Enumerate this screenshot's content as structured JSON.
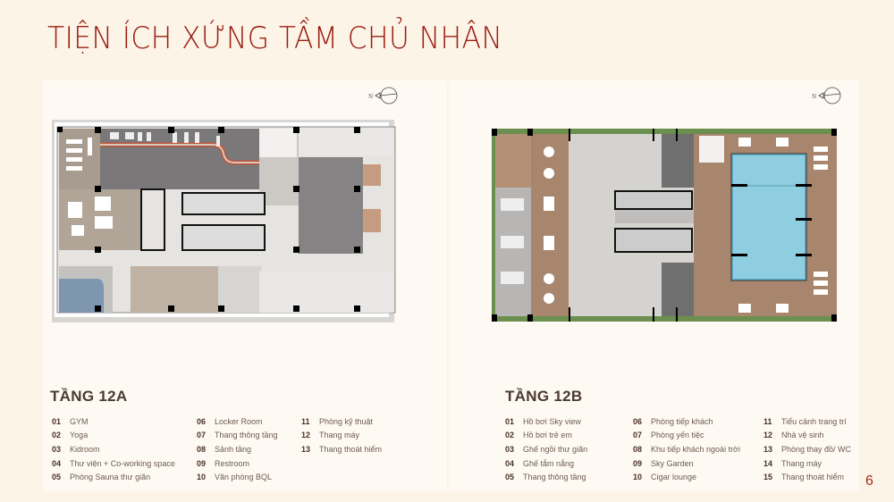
{
  "page": {
    "title": "TIỆN ÍCH XỨNG TẦM CHỦ NHÂN",
    "page_number": "6",
    "colors": {
      "background": "#fdf4e8",
      "panel": "#fefaf3",
      "title": "#9b1c10",
      "pool": "#8fcde0",
      "wood": "#a8856d",
      "running_track": "#c0543a"
    }
  },
  "floor_12a": {
    "title": "TẦNG 12A",
    "compass_label": "N",
    "legend": [
      [
        {
          "num": "01",
          "label": "GYM"
        },
        {
          "num": "02",
          "label": "Yoga"
        },
        {
          "num": "03",
          "label": "Kidroom"
        },
        {
          "num": "04",
          "label": "Thư viện + Co-working space"
        },
        {
          "num": "05",
          "label": "Phòng Sauna thư giãn"
        }
      ],
      [
        {
          "num": "06",
          "label": "Locker Room"
        },
        {
          "num": "07",
          "label": "Thang thông tầng"
        },
        {
          "num": "08",
          "label": "Sảnh tầng"
        },
        {
          "num": "09",
          "label": "Restroom"
        },
        {
          "num": "10",
          "label": "Văn phòng BQL"
        }
      ],
      [
        {
          "num": "11",
          "label": "Phòng kỹ thuật"
        },
        {
          "num": "12",
          "label": "Thang máy"
        },
        {
          "num": "13",
          "label": "Thang thoát hiểm"
        }
      ]
    ]
  },
  "floor_12b": {
    "title": "TẦNG 12B",
    "compass_label": "N",
    "legend": [
      [
        {
          "num": "01",
          "label": "Hồ bơi Sky view"
        },
        {
          "num": "02",
          "label": "Hồ bơi trẻ em"
        },
        {
          "num": "03",
          "label": "Ghế ngồi thư giãn"
        },
        {
          "num": "04",
          "label": "Ghế tắm nắng"
        },
        {
          "num": "05",
          "label": "Thang thông tầng"
        }
      ],
      [
        {
          "num": "06",
          "label": "Phòng tiếp khách"
        },
        {
          "num": "07",
          "label": "Phòng yến tiệc"
        },
        {
          "num": "08",
          "label": "Khu tiếp khách ngoài trời"
        },
        {
          "num": "09",
          "label": "Sky Garden"
        },
        {
          "num": "10",
          "label": "Cigar lounge"
        }
      ],
      [
        {
          "num": "11",
          "label": "Tiểu cảnh trang trí"
        },
        {
          "num": "12",
          "label": "Nhà vệ sinh"
        },
        {
          "num": "13",
          "label": "Phòng thay đồ/ WC"
        },
        {
          "num": "14",
          "label": "Thang máy"
        },
        {
          "num": "15",
          "label": "Thang thoát hiểm"
        }
      ]
    ]
  }
}
